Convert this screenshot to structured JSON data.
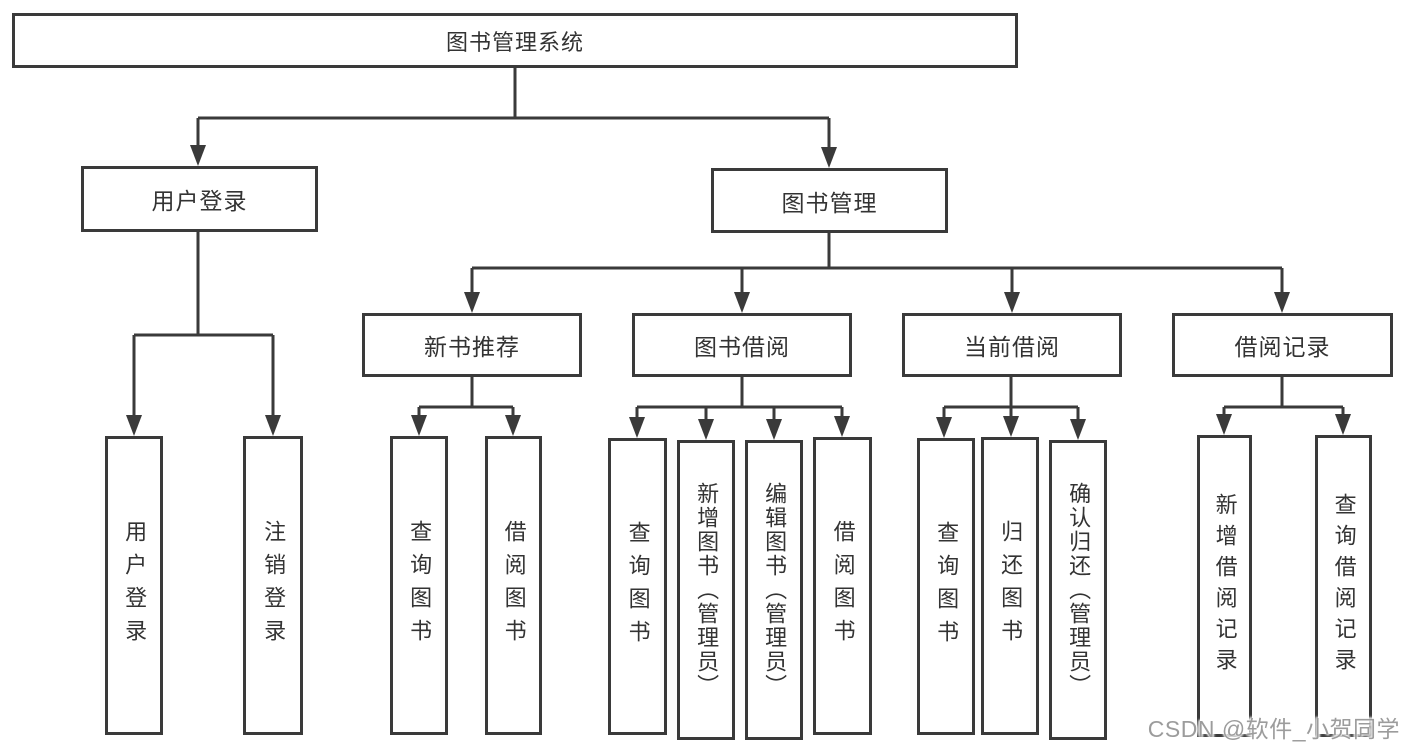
{
  "diagram": {
    "root": "图书管理系统",
    "login_branch": {
      "label": "用户登录",
      "children": [
        "用户登录",
        "注销登录"
      ]
    },
    "manage_branch": {
      "label": "图书管理",
      "children": [
        {
          "label": "新书推荐",
          "children": [
            "查询图书",
            "借阅图书"
          ]
        },
        {
          "label": "图书借阅",
          "children": [
            "查询图书",
            "新增图书（管理员）",
            "编辑图书（管理员）",
            "借阅图书"
          ]
        },
        {
          "label": "当前借阅",
          "children": [
            "查询图书",
            "归还图书",
            "确认归还（管理员）"
          ]
        },
        {
          "label": "借阅记录",
          "children": [
            "新增借阅记录",
            "查询借阅记录"
          ]
        }
      ]
    },
    "watermark": "CSDN @软件_小贺同学",
    "colors": {
      "line": "#3a3a3a",
      "box_border": "#3a3a3a",
      "text": "#333333",
      "watermark": "#9c9c9c",
      "background": "#ffffff"
    }
  }
}
